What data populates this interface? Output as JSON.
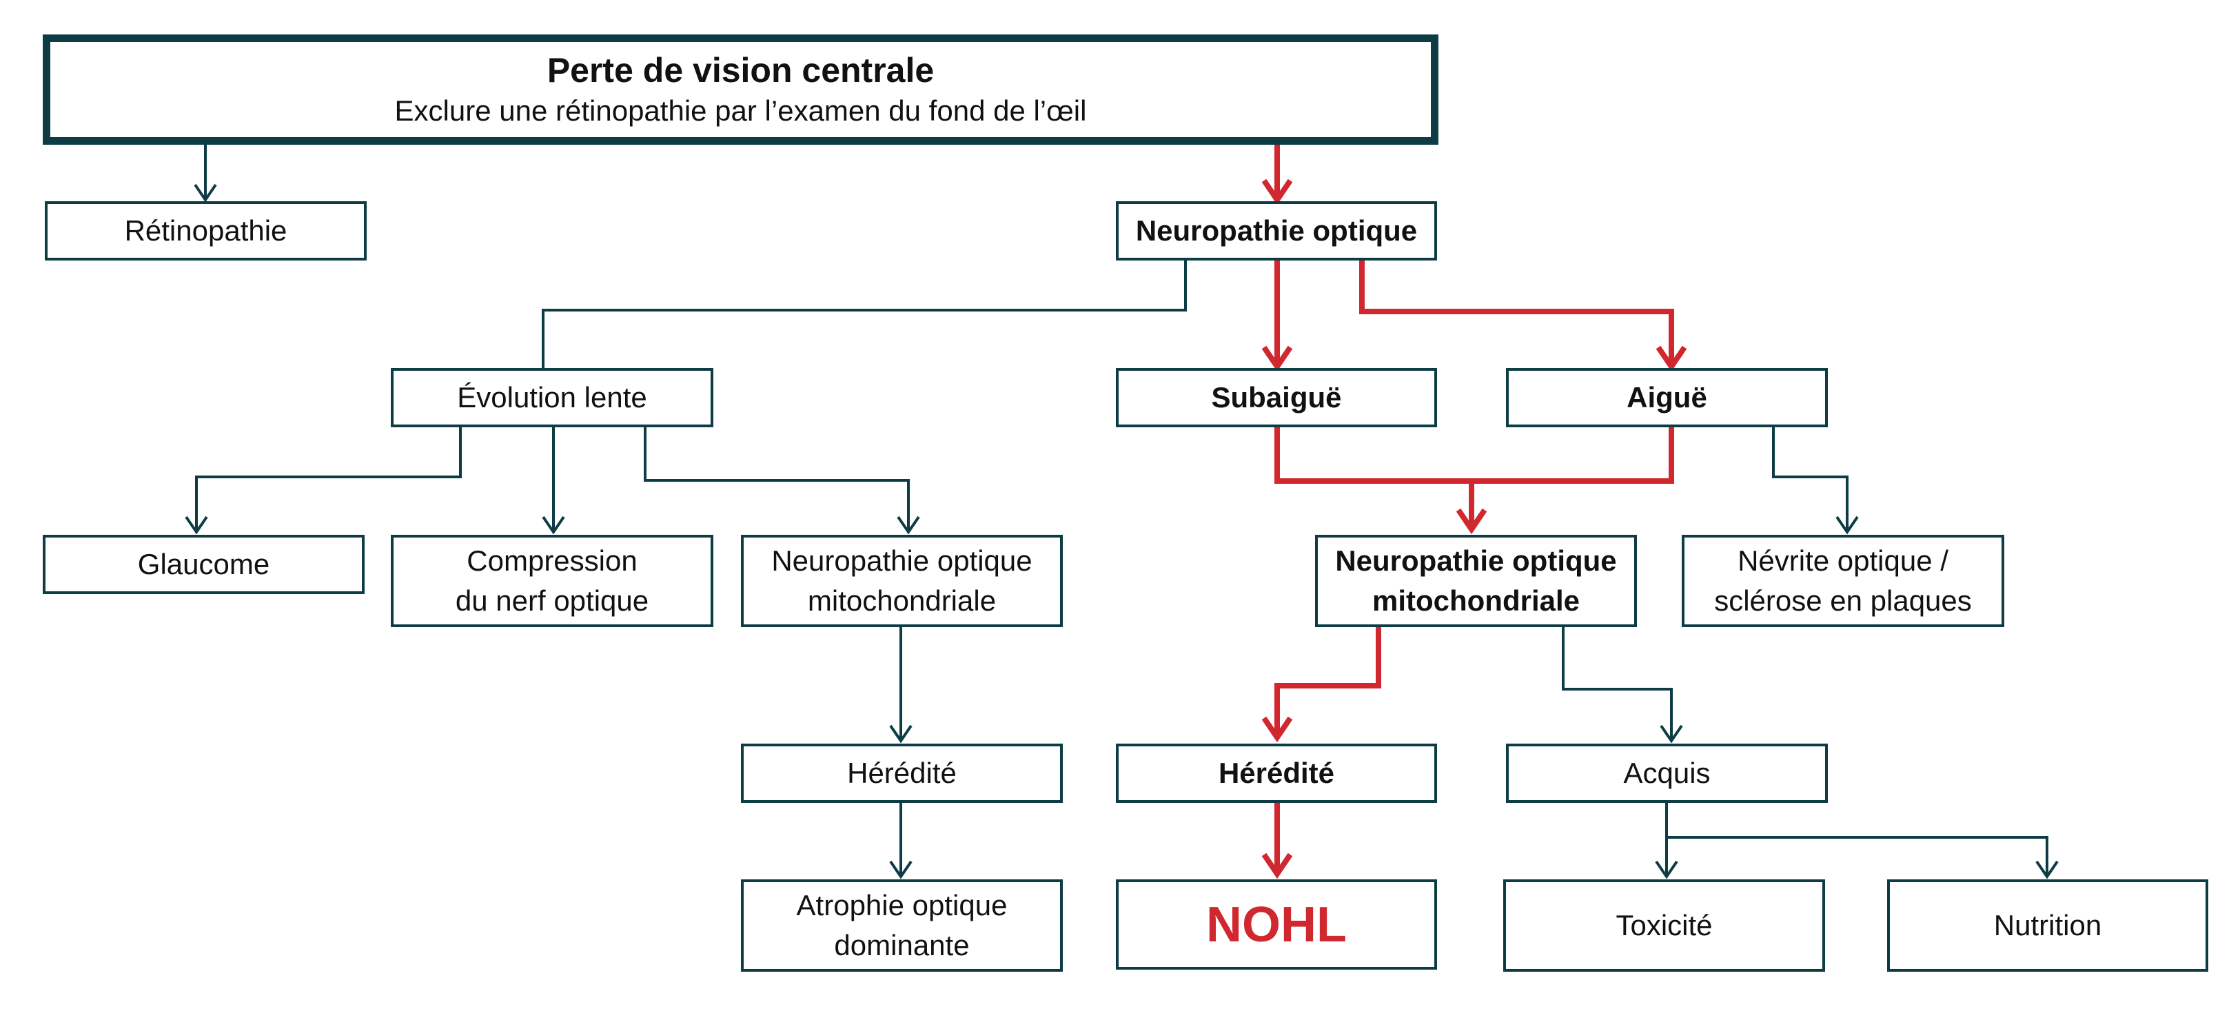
{
  "title": {
    "main": "Perte de vision centrale",
    "sub": "Exclure une rétinopathie par l’examen du fond de l’œil"
  },
  "nodes": {
    "retinopathie": "Rétinopathie",
    "neuropathie_optique": "Neuropathie optique",
    "evolution_lente": "Évolution lente",
    "subaigue": "Subaiguë",
    "aigue": "Aiguë",
    "glaucome": "Glaucome",
    "compression_l1": "Compression",
    "compression_l2": "du nerf optique",
    "mito_left_l1": "Neuropathie optique",
    "mito_left_l2": "mitochondriale",
    "mito_center_l1": "Neuropathie optique",
    "mito_center_l2": "mitochondriale",
    "nevrite_l1": "Névrite optique /",
    "nevrite_l2": "sclérose en plaques",
    "heredite_left": "Hérédité",
    "heredite_center": "Hérédité",
    "acquis": "Acquis",
    "atrophie_l1": "Atrophie optique",
    "atrophie_l2": "dominante",
    "nohl": "NOHL",
    "toxicite": "Toxicité",
    "nutrition": "Nutrition"
  },
  "colors": {
    "line": "#0d3c44",
    "highlight": "#d1272f"
  }
}
